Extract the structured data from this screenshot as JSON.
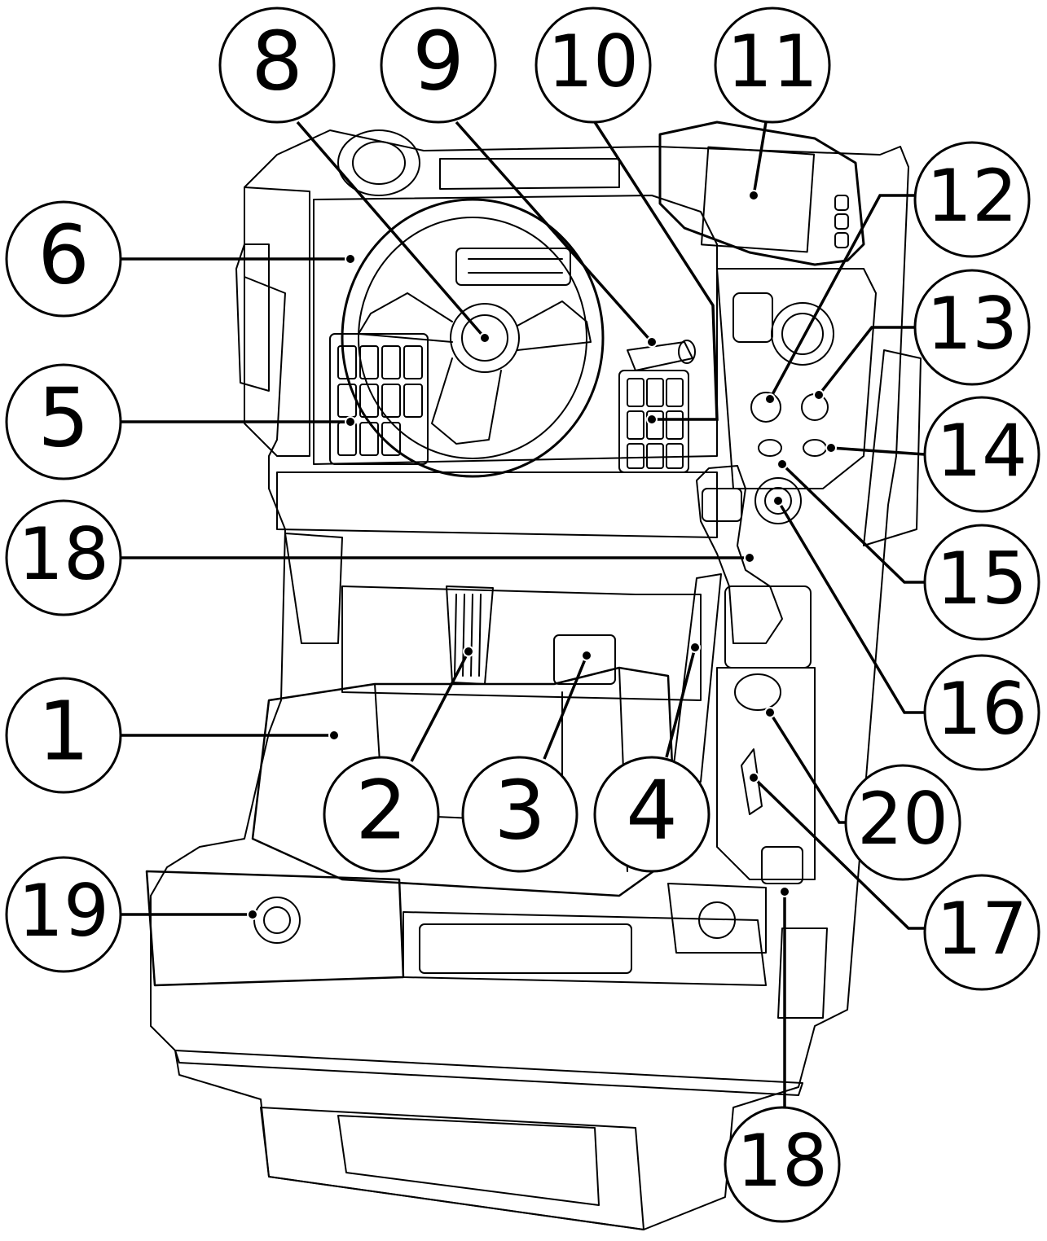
{
  "diagram": {
    "description_free": true,
    "callouts": [
      {
        "id": "c8",
        "label": "8"
      },
      {
        "id": "c9",
        "label": "9"
      },
      {
        "id": "c10",
        "label": "10"
      },
      {
        "id": "c11",
        "label": "11"
      },
      {
        "id": "c12",
        "label": "12"
      },
      {
        "id": "c13",
        "label": "13"
      },
      {
        "id": "c14",
        "label": "14"
      },
      {
        "id": "c6",
        "label": "6"
      },
      {
        "id": "c5",
        "label": "5"
      },
      {
        "id": "c18a",
        "label": "18"
      },
      {
        "id": "c15",
        "label": "15"
      },
      {
        "id": "c16",
        "label": "16"
      },
      {
        "id": "c1",
        "label": "1"
      },
      {
        "id": "c2",
        "label": "2"
      },
      {
        "id": "c3",
        "label": "3"
      },
      {
        "id": "c4",
        "label": "4"
      },
      {
        "id": "c20",
        "label": "20"
      },
      {
        "id": "c17",
        "label": "17"
      },
      {
        "id": "c19",
        "label": "19"
      },
      {
        "id": "c18b",
        "label": "18"
      }
    ]
  },
  "colors": {
    "stroke": "#000000",
    "background": "#ffffff"
  }
}
